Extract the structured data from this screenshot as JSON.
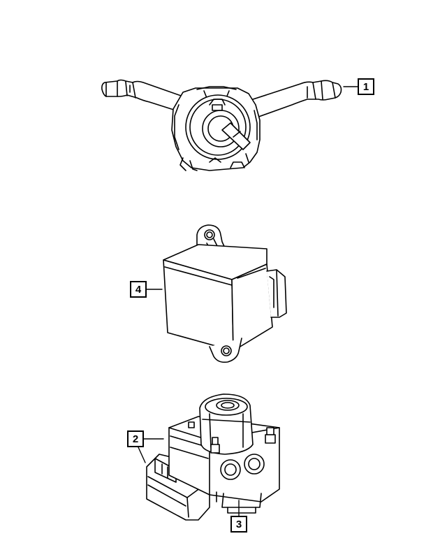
{
  "callouts": [
    {
      "id": "1",
      "label": "1"
    },
    {
      "id": "2",
      "label": "2"
    },
    {
      "id": "3",
      "label": "3"
    },
    {
      "id": "4",
      "label": "4"
    }
  ],
  "parts": [
    "steering-column-switch",
    "control-module",
    "abs-hydraulic-unit"
  ],
  "colors": {
    "line": "#000000",
    "background": "#ffffff"
  }
}
